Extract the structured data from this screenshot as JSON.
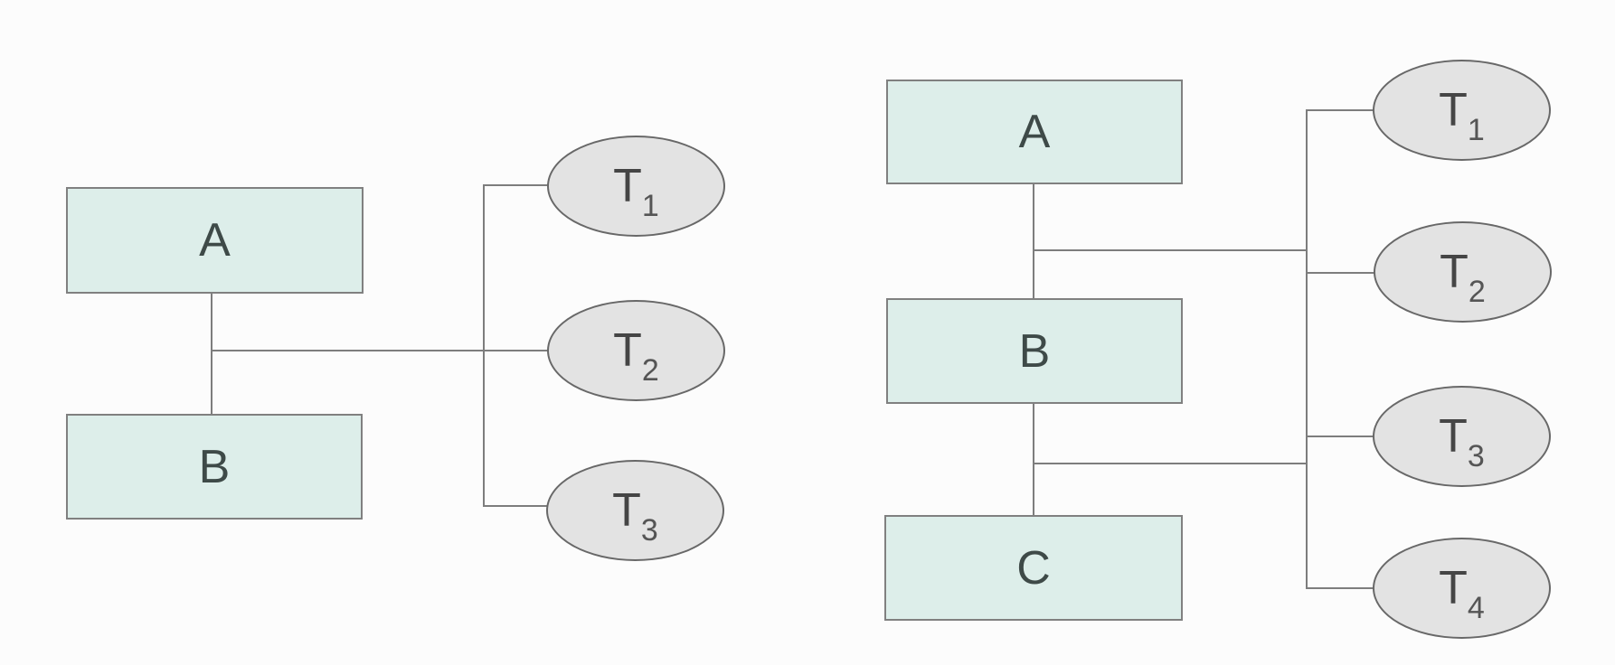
{
  "figure": {
    "background_color": "#fcfcfc",
    "box_fill_color": "#ddeeea",
    "box_border_color": "#808080",
    "ellipse_fill_color": "#e3e3e3",
    "ellipse_border_color": "#686868",
    "line_color": "#7d7d7d"
  },
  "left_diagram": {
    "boxes": [
      {
        "label": "A"
      },
      {
        "label": "B"
      }
    ],
    "tasks": [
      {
        "base": "T",
        "sub": "1"
      },
      {
        "base": "T",
        "sub": "2"
      },
      {
        "base": "T",
        "sub": "3"
      }
    ]
  },
  "right_diagram": {
    "boxes": [
      {
        "label": "A"
      },
      {
        "label": "B"
      },
      {
        "label": "C"
      }
    ],
    "tasks": [
      {
        "base": "T",
        "sub": "1"
      },
      {
        "base": "T",
        "sub": "2"
      },
      {
        "base": "T",
        "sub": "3"
      },
      {
        "base": "T",
        "sub": "4"
      }
    ]
  }
}
